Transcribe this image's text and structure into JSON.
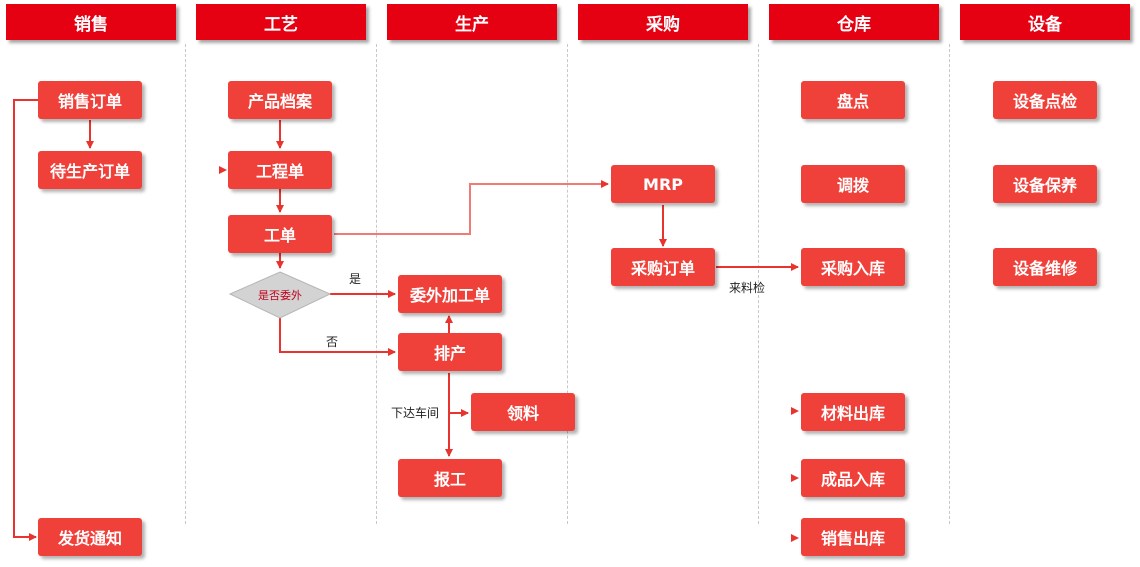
{
  "lanes": [
    "销售",
    "工艺",
    "生产",
    "采购",
    "仓库",
    "设备"
  ],
  "nodes": {
    "sales_order": "销售订单",
    "pending_order": "待生产订单",
    "ship_notice": "发货通知",
    "product_file": "产品档案",
    "engineering_order": "工程单",
    "work_order": "工单",
    "outsource_decision": "是否委外",
    "outsource_order": "委外加工单",
    "scheduling": "排产",
    "material_pick": "领料",
    "report_work": "报工",
    "mrp": "MRP",
    "purchase_order": "采购订单",
    "stocktake": "盘点",
    "transfer": "调拨",
    "purchase_inbound": "采购入库",
    "material_outbound": "材料出库",
    "product_inbound": "成品入库",
    "sales_outbound": "销售出库",
    "equip_inspect": "设备点检",
    "equip_maintain": "设备保养",
    "equip_repair": "设备维修"
  },
  "edge_labels": {
    "yes": "是",
    "no": "否",
    "dispatch": "下达车间",
    "incoming_inspection": "来料检"
  }
}
